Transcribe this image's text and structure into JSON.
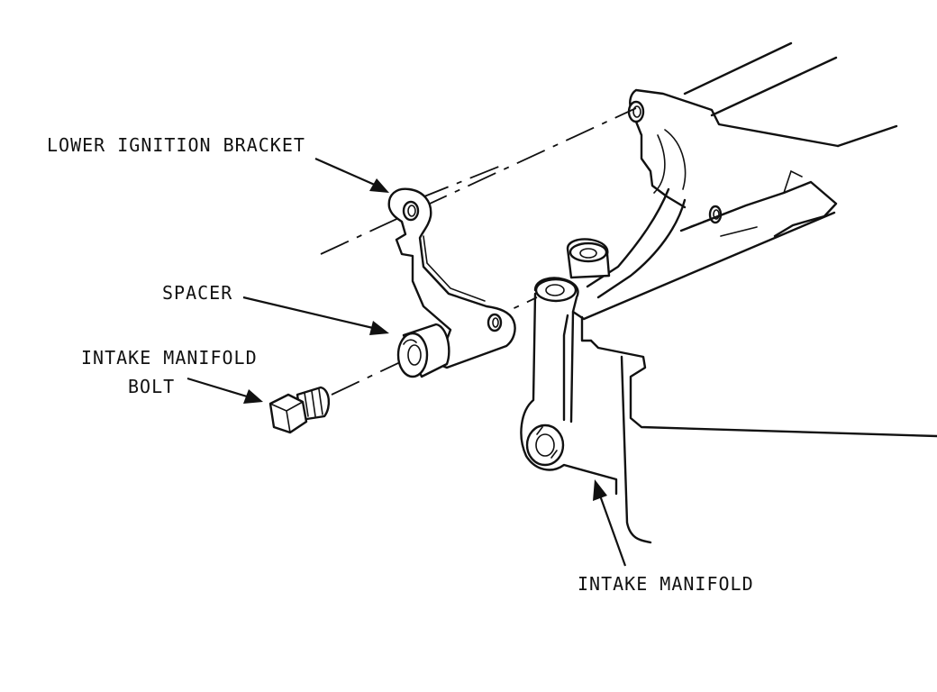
{
  "labels": {
    "lower_ignition_bracket": "LOWER IGNITION BRACKET",
    "spacer": "SPACER",
    "intake_manifold_bolt_line1": "INTAKE MANIFOLD",
    "intake_manifold_bolt_line2": "BOLT",
    "intake_manifold": "INTAKE MANIFOLD"
  },
  "colors": {
    "ink": "#111111",
    "paper": "#ffffff"
  }
}
